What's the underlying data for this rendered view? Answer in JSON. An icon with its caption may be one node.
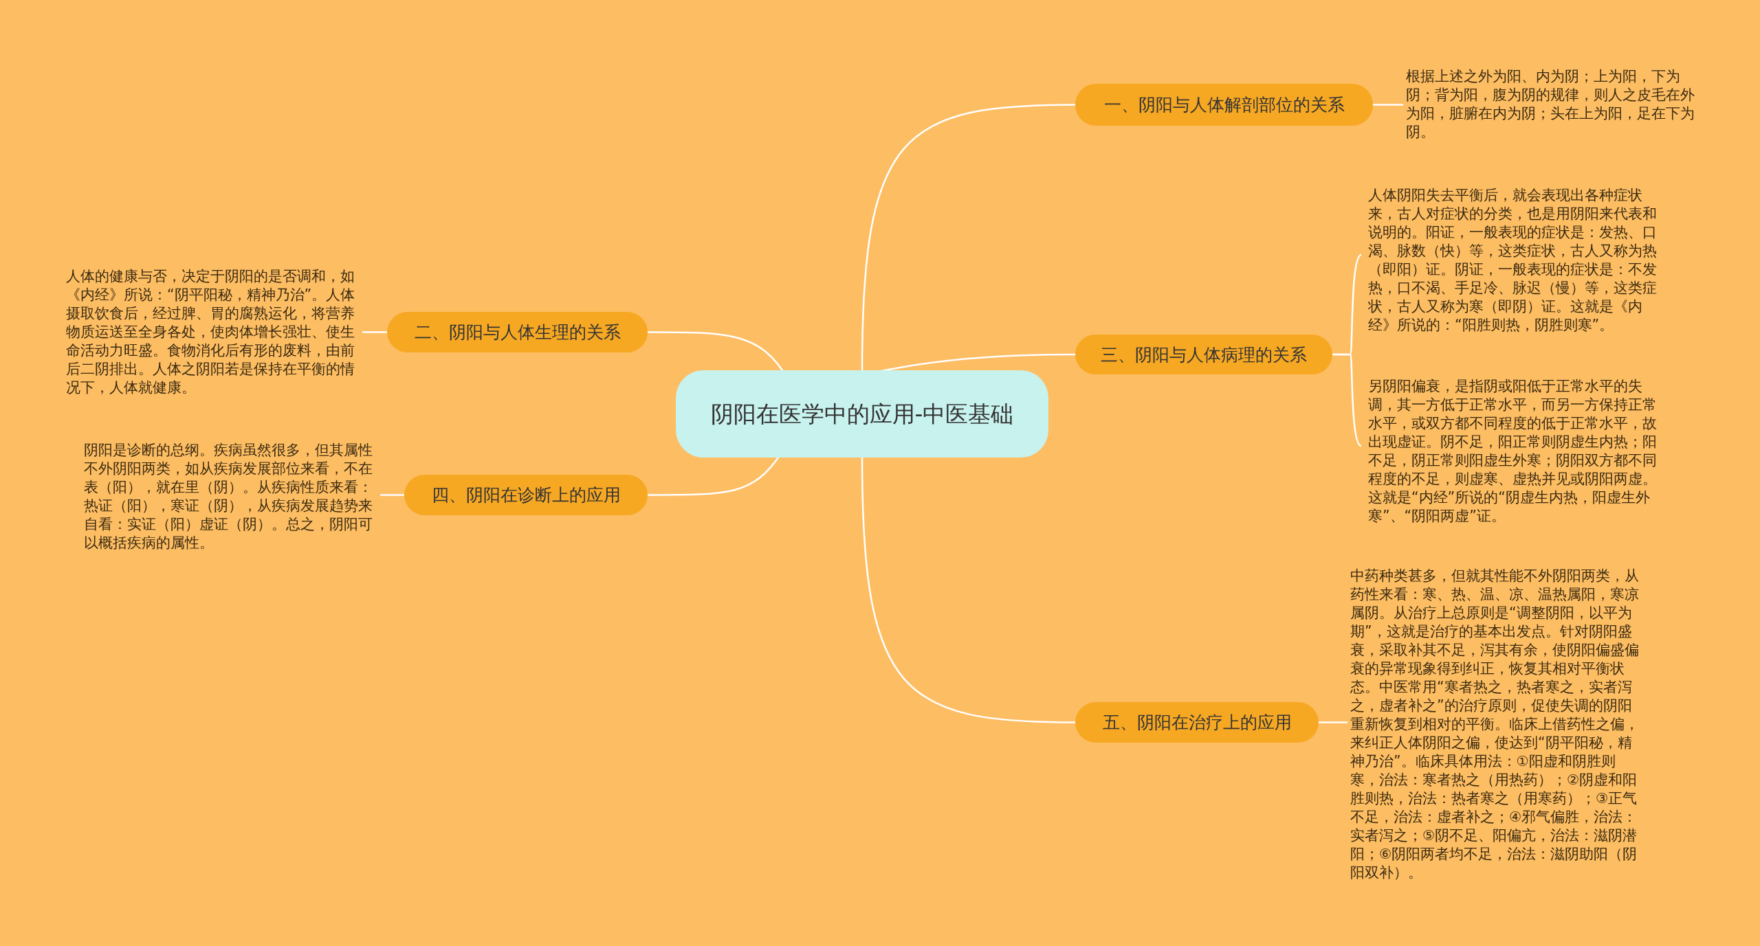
{
  "diagram": {
    "nodes": [
      {
        "text": [
          "阴阳在医学中的应用-中医基础"
        ]
      },
      {
        "text": [
          "一、阴阳与人体解剖部位的关系"
        ]
      },
      {
        "text": [
          "根据上述之外为阳、内为阴；上为阳，下为阴；背为阳，腹为阴的规律，则人之皮毛在外为阳，脏腑在内为阴；头在上为阳，足在下为阴。"
        ]
      },
      {
        "text": [
          "二、阴阳与人体生理的关系"
        ]
      },
      {
        "text": [
          "人体的健康与否，决定于阴阳的是否调和，如《内经》所说：“阴平阳秘，精神乃治”。人体摄取饮食后，经过脾、胃的腐熟运化，将营养物质运送至全身各处，使肉体增长强壮、使生命活动力旺盛。食物消化后有形的废料，由前后二阴排出。人体之阴阳若是保持在平衡的情况下，人体就健康。"
        ]
      },
      {
        "text": [
          "三、阴阳与人体病理的关系"
        ]
      },
      {
        "text": [
          "人体阴阳失去平衡后，就会表现出各种症状来，古人对症状的分类，也是用阴阳来代表和说明的。阳证，一般表现的症状是：发热、口渴、脉数（快）等，这类症状，古人又称为热（即阳）证。阴证，一般表现的症状是：不发热，口不渴、手足冷、脉迟（慢）等，这类症状，古人又称为寒（即阴）证。这就是《内经》所说的：“阳胜则热，阴胜则寒”。"
        ]
      },
      {
        "text": [
          "另阴阳偏衰，是指阴或阳低于正常水平的失调，其一方低于正常水平，而另一方保持正常水平，或双方都不同程度的低于正常水平，故出现虚证。阴不足，阳正常则阴虚生内热；阳不足，阴正常则阳虚生外寒；阴阳双方都不同程度的不足，则虚寒、虚热并见或阴阳两虚。这就是“内经”所说的“阴虚生内热，阳虚生外寒”、“阴阳两虚”证。"
        ]
      },
      {
        "text": [
          "四、阴阳在诊断上的应用"
        ]
      },
      {
        "text": [
          "阴阳是诊断的总纲。疾病虽然很多，但其属性不外阴阳两类，如从疾病发展部位来看，不在表（阳），就在里（阴）。从疾病性质来看：热证（阳），寒证（阴），从疾病发展趋势来自看：实证（阳）虚证（阴）。总之，阴阳可以概括疾病的属性。"
        ]
      },
      {
        "text": [
          "五、阴阳在治疗上的应用"
        ]
      },
      {
        "text": [
          "中药种类甚多，但就其性能不外阴阳两类，从药性来看：寒、热、温、凉、温热属阳，寒凉属阴。从治疗上总原则是“调整阴阳，以平为期”，这就是治疗的基本出发点。针对阴阳盛衰，采取补其不足，泻其有余，使阴阳偏盛偏衰的异常现象得到纠正，恢复其相对平衡状态。中医常用“寒者热之，热者寒之，实者泻之，虚者补之”的治疗原则，促使失调的阴阳重新恢复到相对的平衡。临床上借药性之偏，来纠正人体阴阳之偏，使达到“阴平阳秘，精神乃治”。临床具体用法：①阳虚和阴胜则寒，治法：寒者热之（用热药）；②阴虚和阳胜则热，治法：热者寒之（用寒药）；③正气不足，治法：虚者补之；④邪气偏胜，治法：实者泻之；⑤阴不足、阳偏亢，治法：滋阴潜阳；⑥阴阳两者均不足，治法：滋阴助阳（阴阳双补）。"
        ]
      }
    ],
    "edges": [
      {
        "from": 0,
        "to": 1,
        "arrow": "none"
      },
      {
        "from": 1,
        "to": 2,
        "arrow": "none"
      },
      {
        "from": 0,
        "to": 3,
        "arrow": "none"
      },
      {
        "from": 3,
        "to": 4,
        "arrow": "none"
      },
      {
        "from": 0,
        "to": 5,
        "arrow": "none"
      },
      {
        "from": 5,
        "to": 6,
        "arrow": "none"
      },
      {
        "from": 5,
        "to": 7,
        "arrow": "none"
      },
      {
        "from": 0,
        "to": 8,
        "arrow": "none"
      },
      {
        "from": 8,
        "to": 9,
        "arrow": "none"
      },
      {
        "from": 0,
        "to": 10,
        "arrow": "none"
      },
      {
        "from": 10,
        "to": 11,
        "arrow": "none"
      }
    ]
  }
}
